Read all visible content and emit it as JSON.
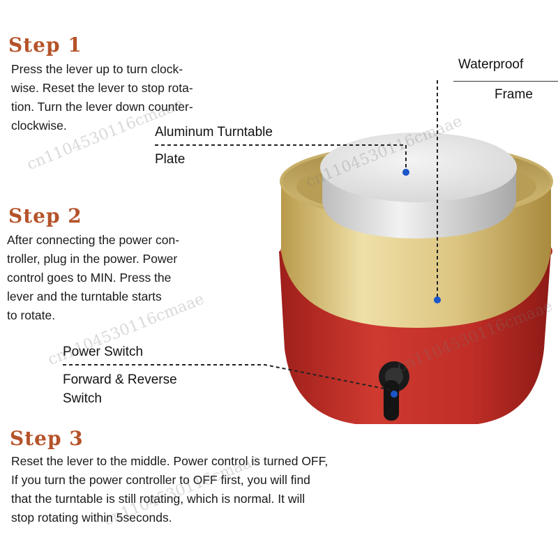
{
  "steps": [
    {
      "title": "Step 1",
      "lines": [
        "Press the lever up to turn clock-",
        "wise. Reset the lever to stop rota-",
        "tion. Turn the lever down counter-",
        "clockwise."
      ]
    },
    {
      "title": "Step 2",
      "lines": [
        "After connecting the power con-",
        "troller, plug in the power. Power",
        "control goes to MIN. Press the",
        "lever and the turntable starts",
        "to rotate."
      ]
    },
    {
      "title": "Step 3",
      "lines": [
        "Reset the lever to the middle. Power control is turned OFF,",
        "If you turn the power controller to OFF first, you will find",
        "that the turntable is still rotating, which is normal. It will",
        "stop rotating within 5seconds."
      ]
    }
  ],
  "callouts": {
    "waterproof_top": "Waterproof",
    "waterproof_bottom": "Frame",
    "turntable_top": "Aluminum Turntable",
    "turntable_bottom": "Plate",
    "switch_top": "Power Switch",
    "switch_bottom_1": "Forward & Reverse",
    "switch_bottom_2": "Switch"
  },
  "watermark": "cn1104530116cmaae",
  "colors": {
    "step_title": "#b5532a",
    "base_red": "#c8322c",
    "gold_rim": "#d8c27a",
    "plate_silver": "#e6e6e6",
    "pointer_dot": "#1b55c8"
  }
}
